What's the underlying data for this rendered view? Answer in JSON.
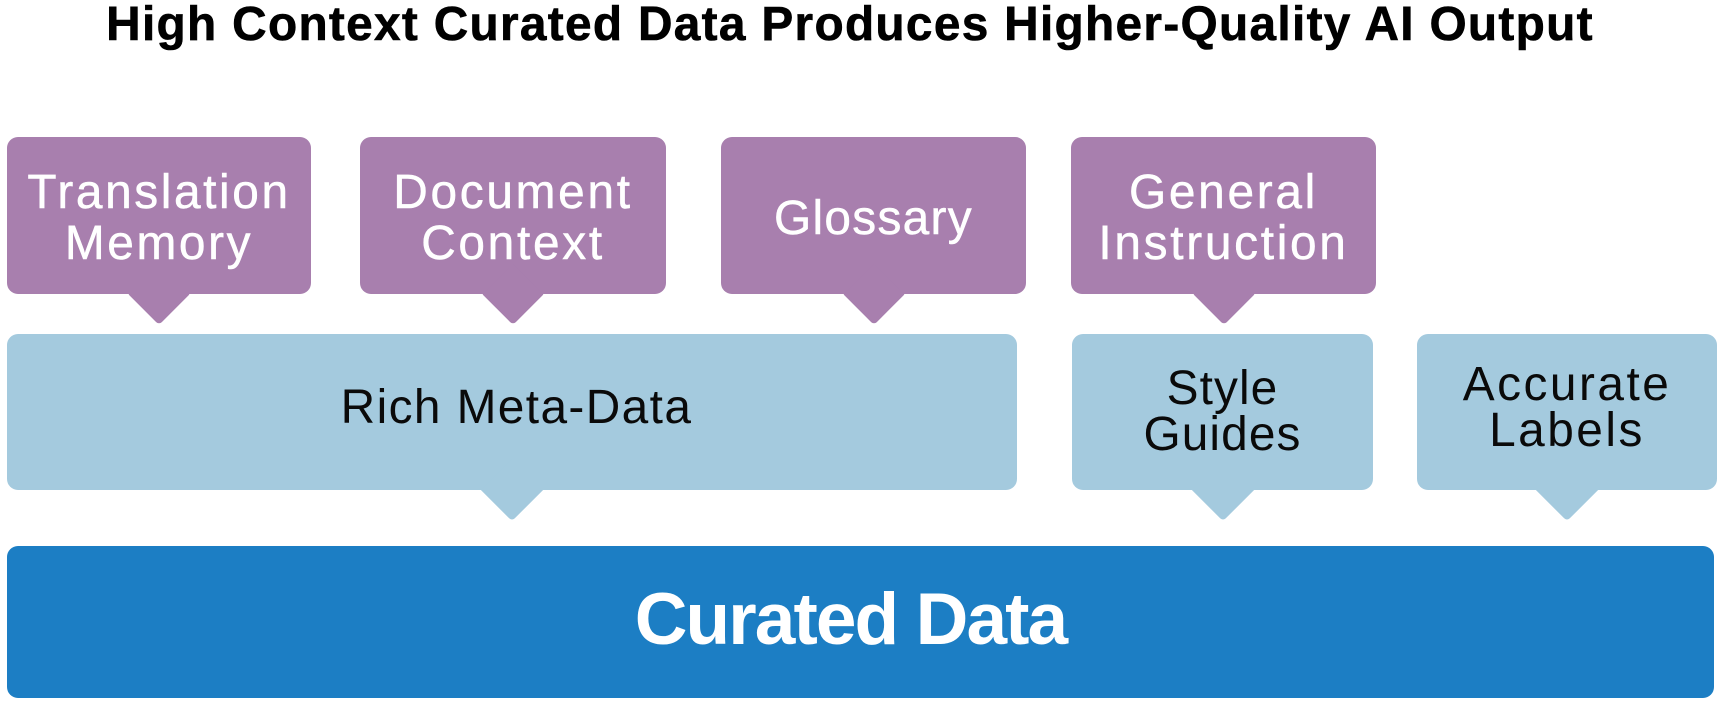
{
  "title": "High Context Curated Data Produces Higher-Quality AI Output",
  "colors": {
    "bubble_purple": "#a87fae",
    "box_light_blue": "#a4cade",
    "box_blue": "#1c7ec4",
    "text_on_purple": "#ffffff",
    "text_on_light_blue": "#0a0a0a",
    "text_on_blue": "#ffffff",
    "title_text": "#000000",
    "background": "#ffffff"
  },
  "context_bubbles": [
    {
      "label": "Translation Memory"
    },
    {
      "label": "Document Context"
    },
    {
      "label": "Glossary"
    },
    {
      "label": "General Instruction"
    }
  ],
  "middle_boxes": [
    {
      "label": "Rich Meta-Data"
    },
    {
      "label": "Style Guides"
    },
    {
      "label": "Accurate Labels"
    }
  ],
  "base_box": {
    "label": "Curated Data"
  }
}
